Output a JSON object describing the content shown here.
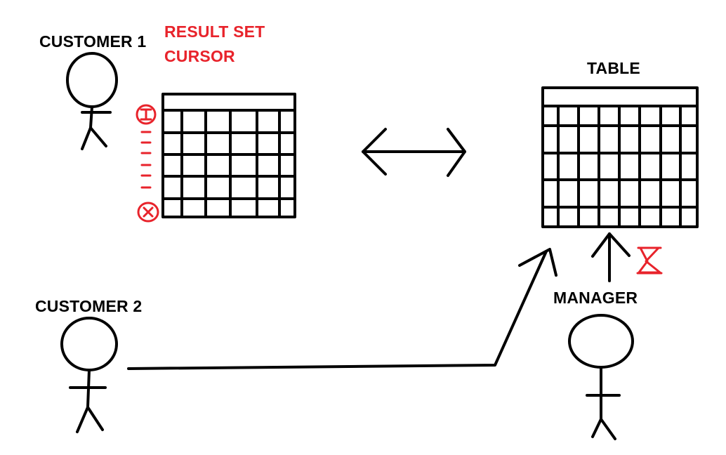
{
  "labels": {
    "customer1": "CUSTOMER 1",
    "result_set": "RESULT SET",
    "cursor": "CURSOR",
    "table": "TABLE",
    "customer2": "CUSTOMER 2",
    "manager": "MANAGER"
  },
  "colors": {
    "ink": "#000000",
    "annotation": "#e8232b",
    "background": "#ffffff"
  },
  "icons": {
    "cursor_start": "cursor-start-icon",
    "cursor_end": "cursor-end-icon",
    "wait": "hourglass-icon"
  }
}
